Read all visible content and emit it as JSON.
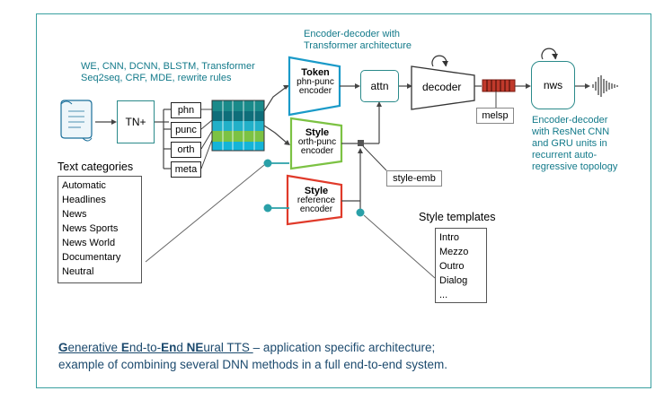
{
  "top_note": {
    "line1": "Encoder-decoder with",
    "line2": "Transformer architecture"
  },
  "left_note": {
    "line1": "WE, CNN, DCNN, BLSTM, Transformer",
    "line2": "Seq2seq, CRF, MDE, rewrite rules"
  },
  "right_note": {
    "line1": "Encoder-decoder",
    "line2": "with ResNet CNN",
    "line3": "and GRU units in",
    "line4": "recurrent auto-",
    "line5": "regressive topology"
  },
  "tn_label": "TN+",
  "features": [
    "phn",
    "punc",
    "orth",
    "meta"
  ],
  "token_encoder": {
    "title": "Token",
    "line1": "phn-punc",
    "line2": "encoder"
  },
  "style_encoder": {
    "title": "Style",
    "line1": "orth-punc",
    "line2": "encoder"
  },
  "ref_encoder": {
    "title": "Style",
    "line1": "reference",
    "line2": "encoder"
  },
  "attn_label": "attn",
  "decoder_label": "decoder",
  "nws_label": "nws",
  "melsp_label": "melsp",
  "style_emb_label": "style-emb",
  "text_categories": {
    "title": "Text categories",
    "items": [
      "Automatic",
      "Headlines",
      "News",
      "News Sports",
      "News World",
      "Documentary",
      "Neutral"
    ]
  },
  "style_templates": {
    "title": "Style templates",
    "items": [
      "Intro",
      "Mezzo",
      "Outro",
      "Dialog",
      "..."
    ]
  },
  "caption": {
    "g": "G",
    "enerative": "enerative ",
    "e1": "E",
    "nd_to": "nd-to-",
    "e2": "En",
    "d": "d ",
    "ne": "NE",
    "ural": "ural TTS ",
    "rest1": "– application specific architecture;",
    "line2": "example of combining several DNN methods in a full end-to-end system."
  },
  "colors": {
    "frame": "#3aa0a0",
    "teal_text": "#137a8a",
    "token_encoder": "#1a9ac8",
    "style_encoder": "#7cc243",
    "ref_encoder": "#e03a2a",
    "melsp_red": "#c0392b"
  }
}
